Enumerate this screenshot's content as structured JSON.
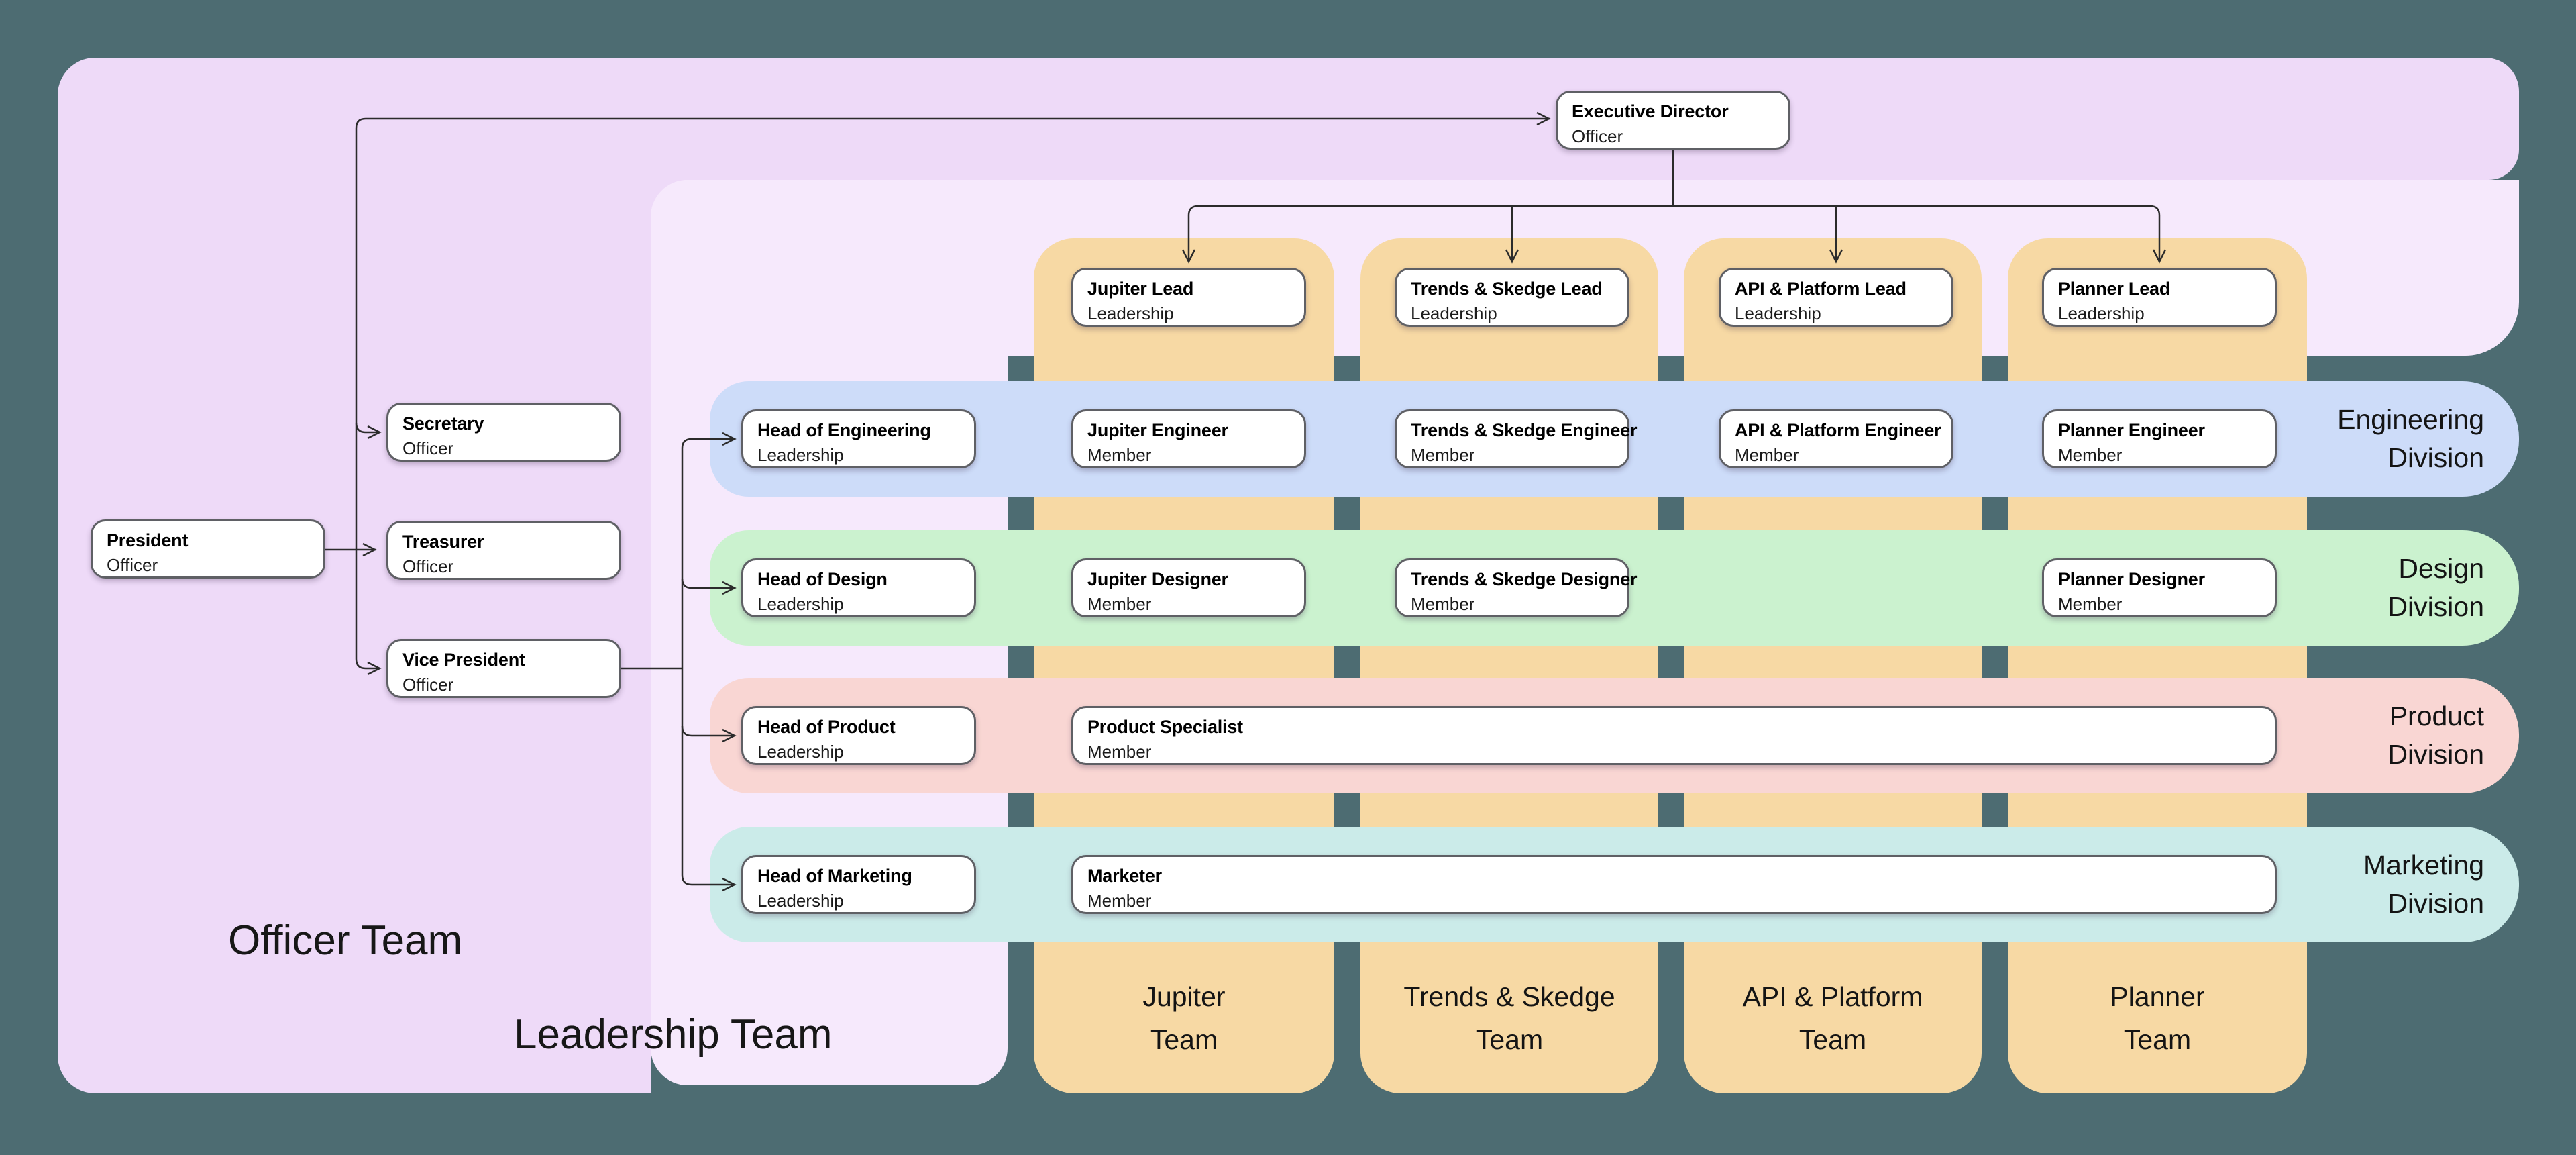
{
  "background_color": "#4d6c72",
  "connector_color": "#2b2b2b",
  "groups": {
    "officer": {
      "label": "Officer Team",
      "color": "#eedaf8"
    },
    "leadership": {
      "label": "Leadership Team",
      "color": "#f6e9fc"
    }
  },
  "teams": [
    {
      "id": "jupiter",
      "label_lines": [
        "Jupiter",
        "Team"
      ],
      "color": "#f7d9a4"
    },
    {
      "id": "trends",
      "label_lines": [
        "Trends & Skedge",
        "Team"
      ],
      "color": "#f7d9a4"
    },
    {
      "id": "api",
      "label_lines": [
        "API & Platform",
        "Team"
      ],
      "color": "#f7d9a4"
    },
    {
      "id": "planner",
      "label_lines": [
        "Planner",
        "Team"
      ],
      "color": "#f7d9a4"
    }
  ],
  "divisions": [
    {
      "id": "engineering",
      "label_lines": [
        "Engineering",
        "Division"
      ],
      "color": "#cddcf9"
    },
    {
      "id": "design",
      "label_lines": [
        "Design",
        "Division"
      ],
      "color": "#cbf2cf"
    },
    {
      "id": "product",
      "label_lines": [
        "Product",
        "Division"
      ],
      "color": "#f9d6d3"
    },
    {
      "id": "marketing",
      "label_lines": [
        "Marketing",
        "Division"
      ],
      "color": "#cbebe9"
    }
  ],
  "nodes": [
    {
      "id": "executive-director",
      "title": "Executive Director",
      "subtitle": "Officer",
      "col": "exec",
      "row": "exec"
    },
    {
      "id": "jupiter-lead",
      "title": "Jupiter Lead",
      "subtitle": "Leadership",
      "col": "jupiter",
      "row": "lead"
    },
    {
      "id": "trends-skedge-lead",
      "title": "Trends & Skedge Lead",
      "subtitle": "Leadership",
      "col": "trends",
      "row": "lead"
    },
    {
      "id": "api-platform-lead",
      "title": "API & Platform Lead",
      "subtitle": "Leadership",
      "col": "api",
      "row": "lead"
    },
    {
      "id": "planner-lead",
      "title": "Planner Lead",
      "subtitle": "Leadership",
      "col": "planner",
      "row": "lead"
    },
    {
      "id": "president",
      "title": "President",
      "subtitle": "Officer",
      "col": "president",
      "row": "president"
    },
    {
      "id": "secretary",
      "title": "Secretary",
      "subtitle": "Officer",
      "col": "officer",
      "row": "secretary"
    },
    {
      "id": "treasurer",
      "title": "Treasurer",
      "subtitle": "Officer",
      "col": "officer",
      "row": "treasurer"
    },
    {
      "id": "vice-president",
      "title": "Vice President",
      "subtitle": "Officer",
      "col": "officer",
      "row": "vp"
    },
    {
      "id": "head-of-engineering",
      "title": "Head of Engineering",
      "subtitle": "Leadership",
      "col": "head",
      "row": "engineering"
    },
    {
      "id": "jupiter-engineer",
      "title": "Jupiter Engineer",
      "subtitle": "Member",
      "col": "jupiter",
      "row": "engineering"
    },
    {
      "id": "trends-skedge-engineer",
      "title": "Trends & Skedge Engineer",
      "subtitle": "Member",
      "col": "trends",
      "row": "engineering"
    },
    {
      "id": "api-platform-engineer",
      "title": "API & Platform Engineer",
      "subtitle": "Member",
      "col": "api",
      "row": "engineering"
    },
    {
      "id": "planner-engineer",
      "title": "Planner Engineer",
      "subtitle": "Member",
      "col": "planner",
      "row": "engineering"
    },
    {
      "id": "head-of-design",
      "title": "Head of Design",
      "subtitle": "Leadership",
      "col": "head",
      "row": "design"
    },
    {
      "id": "jupiter-designer",
      "title": "Jupiter Designer",
      "subtitle": "Member",
      "col": "jupiter",
      "row": "design"
    },
    {
      "id": "trends-skedge-designer",
      "title": "Trends & Skedge Designer",
      "subtitle": "Member",
      "col": "trends",
      "row": "design"
    },
    {
      "id": "planner-designer",
      "title": "Planner Designer",
      "subtitle": "Member",
      "col": "planner",
      "row": "design"
    },
    {
      "id": "head-of-product",
      "title": "Head of Product",
      "subtitle": "Leadership",
      "col": "head",
      "row": "product"
    },
    {
      "id": "product-specialist",
      "title": "Product Specialist",
      "subtitle": "Member",
      "col": "wide",
      "row": "product"
    },
    {
      "id": "head-of-marketing",
      "title": "Head of Marketing",
      "subtitle": "Leadership",
      "col": "head",
      "row": "marketing"
    },
    {
      "id": "marketer",
      "title": "Marketer",
      "subtitle": "Member",
      "col": "wide",
      "row": "marketing"
    }
  ]
}
